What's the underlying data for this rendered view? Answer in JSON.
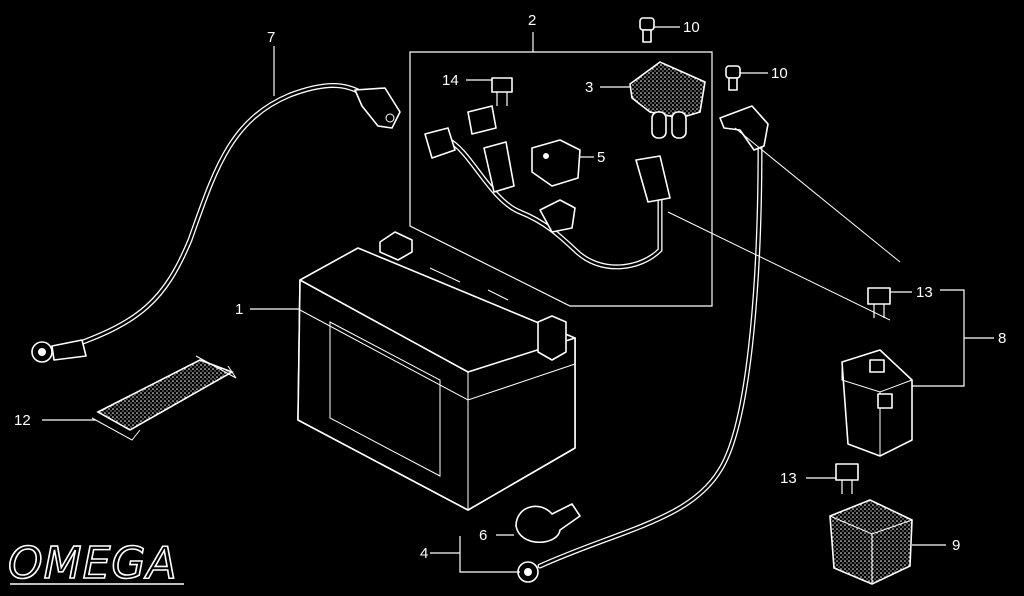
{
  "callouts": {
    "c1": "1",
    "c2": "2",
    "c3": "3",
    "c4": "4",
    "c5": "5",
    "c6": "6",
    "c7": "7",
    "c8": "8",
    "c9": "9",
    "c10a": "10",
    "c10b": "10",
    "c12": "12",
    "c13a": "13",
    "c13b": "13",
    "c14": "14"
  },
  "watermark": "OMEGA"
}
